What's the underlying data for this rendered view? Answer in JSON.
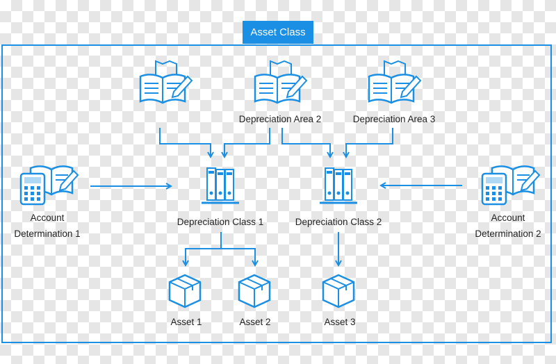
{
  "title": "Asset Class",
  "depreciation_areas": [
    {
      "label": ""
    },
    {
      "label": "Depreciation  Area 2"
    },
    {
      "label": "Depreciation  Area 3"
    }
  ],
  "account_determinations": [
    {
      "line1": "Account",
      "line2": "Determination 1"
    },
    {
      "line1": "Account",
      "line2": "Determination 2"
    }
  ],
  "depreciation_classes": [
    {
      "label": "Depreciation  Class  1"
    },
    {
      "label": "Depreciation  Class  2"
    }
  ],
  "assets": [
    {
      "label": "Asset 1"
    },
    {
      "label": "Asset 2"
    },
    {
      "label": "Asset 3"
    }
  ],
  "colors": {
    "accent": "#1a8fe3",
    "text": "#222222"
  },
  "icons": [
    "book-pen-icon",
    "calculator-book-icon",
    "binders-icon",
    "box-icon"
  ]
}
